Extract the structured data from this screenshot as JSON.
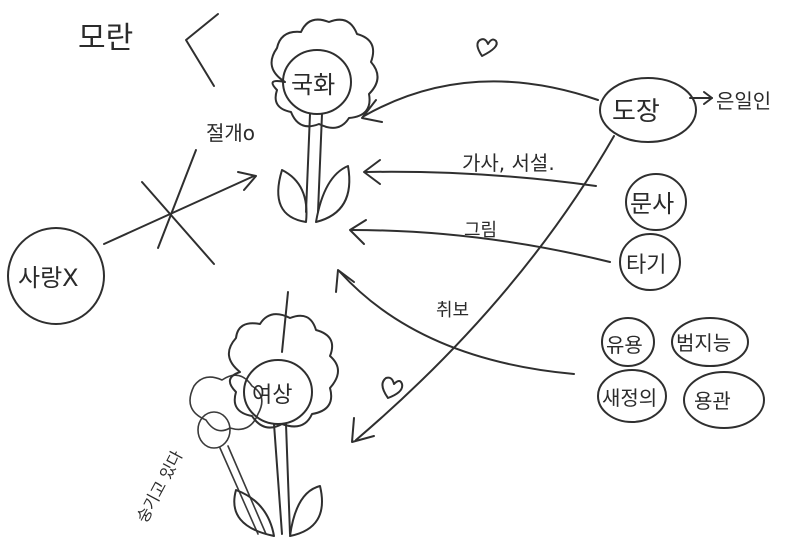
{
  "labels": {
    "moran": "모란",
    "gukhwa": "국화",
    "jeolgaeo": "절개o",
    "love_x": "사랑X",
    "yeosang": "여상",
    "sugi": "숭기고 있다",
    "dojang": "도장",
    "eunilin": "은일인",
    "gasa_seolseol": "가사, 서설.",
    "geurim": "그림",
    "chwibo": "취보",
    "munsa": "문사",
    "tagi": "타기",
    "yuyong": "유용",
    "beomjineung": "범지능",
    "saengui": "새정의",
    "yonggwan": "용관"
  }
}
